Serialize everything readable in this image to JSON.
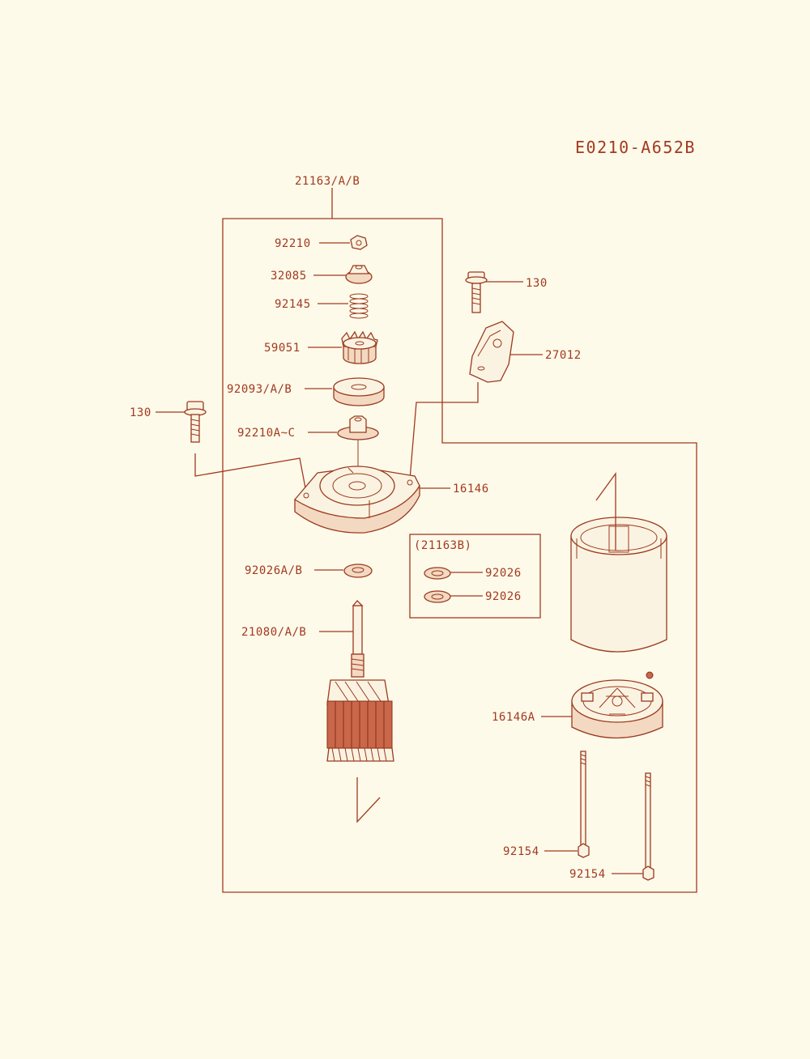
{
  "diagram_code": "E0210-A652B",
  "colors": {
    "ink": "#a33a1e",
    "paper": "#fdfaea",
    "coil": "#c8674a"
  },
  "labels": {
    "assembly": "21163/A/B",
    "nut": "92210",
    "collar": "32085",
    "spring": "92145",
    "pinion": "59051",
    "washer_thick": "92093/A/B",
    "nut_flange": "92210A~C",
    "bolt_right": "130",
    "bracket": "27012",
    "bolt_left": "130",
    "end_cover": "16146",
    "washer_small": "92026A/B",
    "armature": "21080/A/B",
    "inset_title": "(21163B)",
    "inset_washer_1": "92026",
    "inset_washer_2": "92026",
    "rear_cover": "16146A",
    "through_bolt_1": "92154",
    "through_bolt_2": "92154"
  }
}
